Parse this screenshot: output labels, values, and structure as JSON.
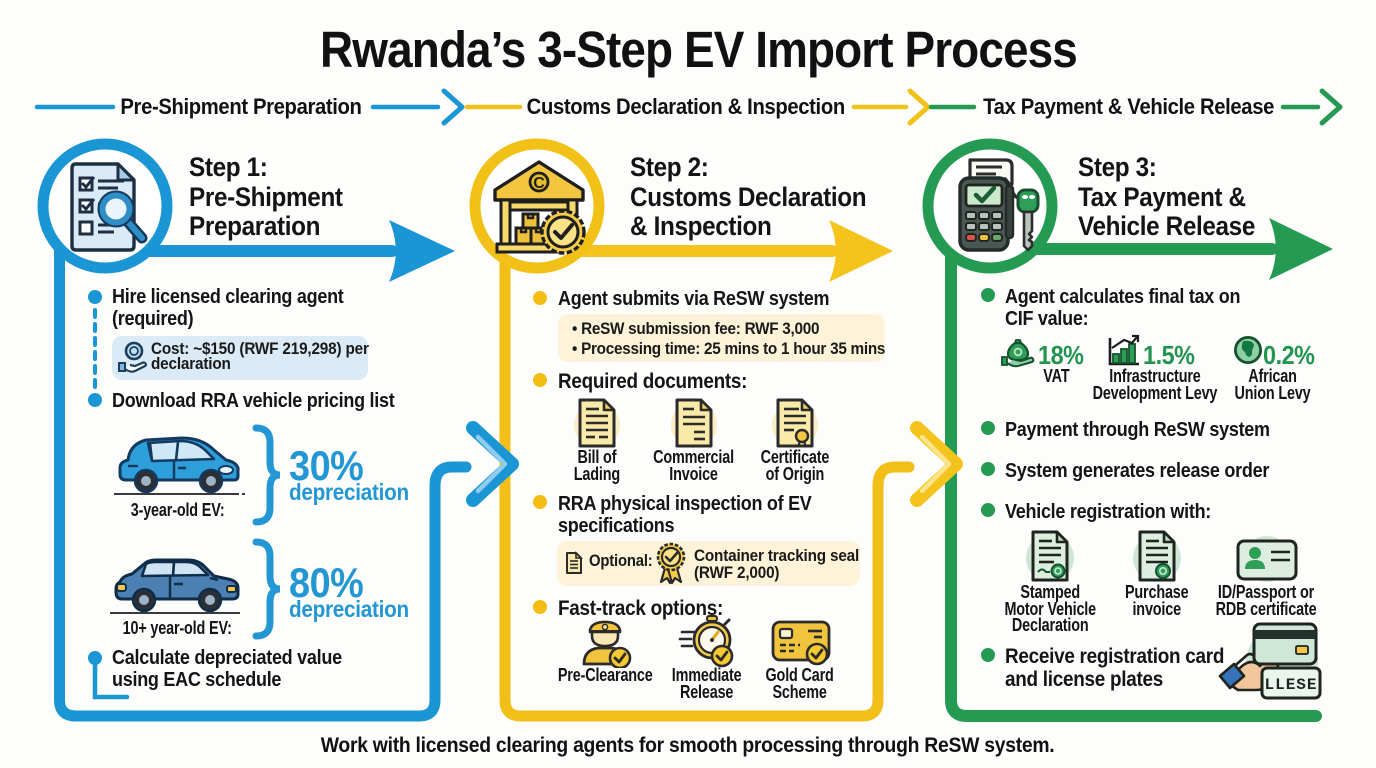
{
  "title": "Rwanda’s 3-Step EV Import Process",
  "footer": "Work with licensed clearing agents for smooth processing through ReSW system.",
  "colors": {
    "blue": "#1b96d4",
    "yellow": "#f2c118",
    "green": "#259a53",
    "light_blue_box": "#daeaf6",
    "light_yellow_box": "#fdf3d8",
    "percent_blue": "#2297d4",
    "percent_green": "#23944f"
  },
  "warehouse_coin_letter": "C",
  "timeline": {
    "labels": [
      "Pre-Shipment Preparation",
      "Customs Declaration & Inspection",
      "Tax Payment & Vehicle Release"
    ]
  },
  "steps": [
    {
      "title": [
        "Step 1:",
        "Pre-Shipment",
        "Preparation"
      ],
      "bullets": {
        "hire": [
          "Hire licensed clearing agent",
          "(required)"
        ],
        "download": "Download RRA vehicle pricing list",
        "calculate": [
          "Calculate depreciated value",
          "using EAC schedule"
        ]
      },
      "cost_note": [
        "Cost: ~$150 (RWF 219,298) per",
        "declaration"
      ],
      "cars": [
        {
          "label": "3-year-old EV:",
          "percent": "30%",
          "caption": "depreciation"
        },
        {
          "label": "10+ year-old EV:",
          "percent": "80%",
          "caption": "depreciation"
        }
      ]
    },
    {
      "title": [
        "Step 2:",
        "Customs Declaration",
        "& Inspection"
      ],
      "bullets": {
        "submit": "Agent submits via ReSW system",
        "documents": "Required documents:",
        "inspection": [
          "RRA physical inspection of EV",
          "specifications"
        ],
        "fasttrack": "Fast-track options:"
      },
      "fee_note": [
        "• ReSW submission fee: RWF 3,000",
        "• Processing time: 25 mins to 1 hour 35 mins"
      ],
      "documents": [
        [
          "Bill of",
          "Lading"
        ],
        [
          "Commercial",
          "Invoice"
        ],
        [
          "Certificate",
          "of Origin"
        ]
      ],
      "optional": {
        "label": "Optional:",
        "text": [
          "Container tracking seal",
          "(RWF 2,000)"
        ]
      },
      "fasttrack": [
        [
          "Pre-Clearance",
          ""
        ],
        [
          "Immediate",
          "Release"
        ],
        [
          "Gold Card",
          "Scheme"
        ]
      ]
    },
    {
      "title": [
        "Step 3:",
        "Tax Payment &",
        "Vehicle Release"
      ],
      "bullets": {
        "calctax": [
          "Agent calculates final tax on",
          "CIF value:"
        ],
        "payment": "Payment through ReSW system",
        "release": "System generates release order",
        "registration": "Vehicle registration with:",
        "receive": [
          "Receive registration card",
          "and license plates"
        ]
      },
      "taxes": [
        {
          "percent": "18%",
          "label": [
            "VAT",
            ""
          ]
        },
        {
          "percent": "1.5%",
          "label": [
            "Infrastructure",
            "Development Levy"
          ]
        },
        {
          "percent": "0.2%",
          "label": [
            "African",
            "Union Levy"
          ]
        }
      ],
      "registration_docs": [
        [
          "Stamped",
          "Motor Vehicle",
          "Declaration"
        ],
        [
          "Purchase",
          "invoice",
          ""
        ],
        [
          "ID/Passport or",
          "RDB certificate",
          ""
        ]
      ],
      "plate_text": "LLESE"
    }
  ]
}
